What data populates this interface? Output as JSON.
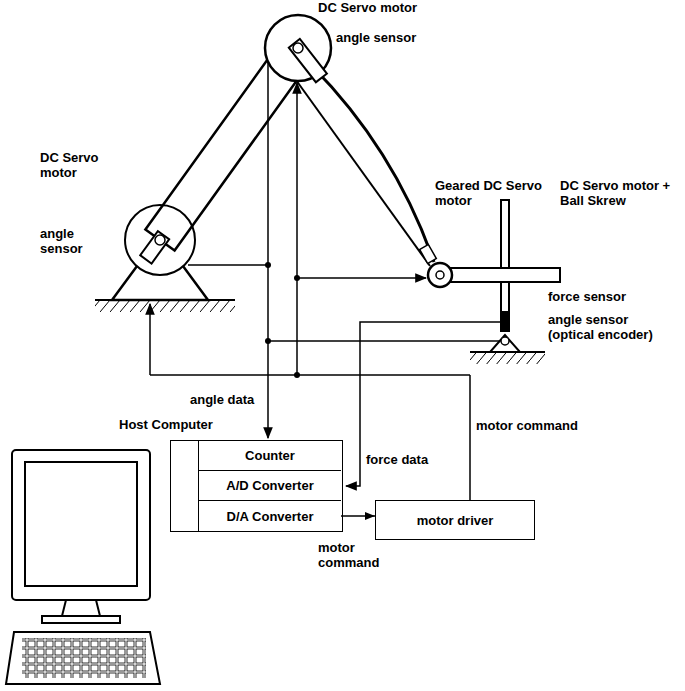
{
  "diagram": {
    "nodes": [
      {
        "text": [
          "Host Computer"
        ]
      },
      {
        "text": [
          "Counter"
        ],
        "in": 0
      },
      {
        "text": [
          "A/D Converter"
        ],
        "in": 0
      },
      {
        "text": [
          "D/A Converter"
        ],
        "in": 0
      },
      {
        "text": [
          "motor driver"
        ]
      }
    ],
    "edges": [
      {
        "from": 3,
        "to": 4,
        "arrow": "to",
        "label": "motor command"
      }
    ],
    "labels": [
      "DC Servo motor",
      "angle sensor",
      "DC Servo motor",
      "angle sensor",
      "Geared DC Servo motor",
      "DC Servo motor + Ball Skrew",
      "force sensor",
      "angle sensor (optical encoder)",
      "angle data",
      "motor command",
      "force data"
    ]
  }
}
